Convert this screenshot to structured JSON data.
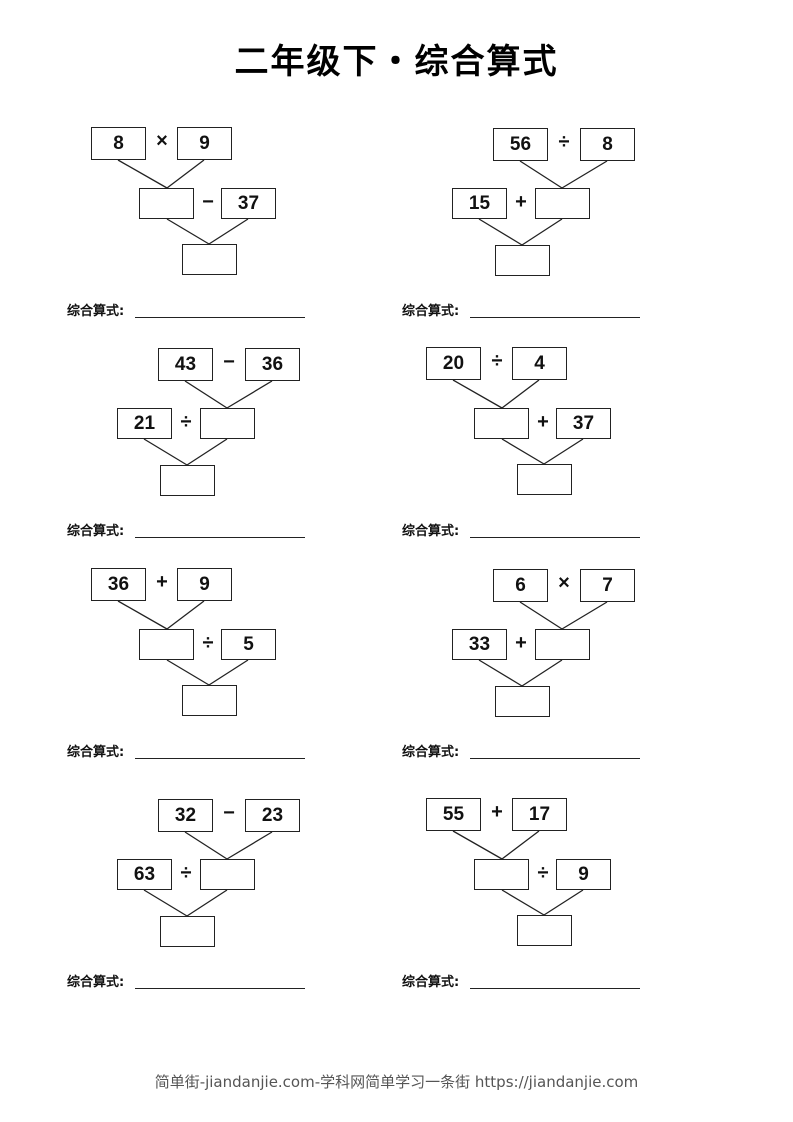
{
  "title": "二年级下・综合算式",
  "answer_label": "综合算式:",
  "problems": [
    {
      "a": "8",
      "op1": "×",
      "b": "9",
      "op2": "−",
      "c": "37"
    },
    {
      "a": "56",
      "op1": "÷",
      "b": "8",
      "op2": "+",
      "c": "15"
    },
    {
      "a": "43",
      "op1": "−",
      "b": "36",
      "op2": "÷",
      "c": "21"
    },
    {
      "a": "20",
      "op1": "÷",
      "b": "4",
      "op2": "+",
      "c": "37"
    },
    {
      "a": "36",
      "op1": "+",
      "b": "9",
      "op2": "÷",
      "c": "5"
    },
    {
      "a": "6",
      "op1": "×",
      "b": "7",
      "op2": "+",
      "c": "33"
    },
    {
      "a": "32",
      "op1": "−",
      "b": "23",
      "op2": "÷",
      "c": "63"
    },
    {
      "a": "55",
      "op1": "+",
      "b": "17",
      "op2": "÷",
      "c": "9"
    }
  ],
  "footer": "简单街-jiandanjie.com-学科网简单学习一条街 https://jiandanjie.com"
}
